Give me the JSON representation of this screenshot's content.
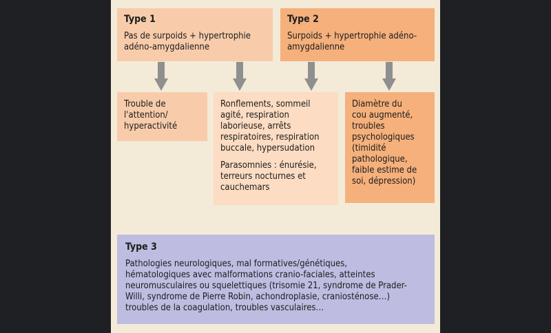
{
  "type1": {
    "title": "Type 1",
    "text": "Pas de surpoids + hypertrophie\nadéno-amygdalienne"
  },
  "type2": {
    "title": "Type 2",
    "text": "Surpoids + hypertrophie adéno-\namygdalienne"
  },
  "box_attention": {
    "text": "Trouble de\nl'attention/\nhyperactivité"
  },
  "box_symptoms": {
    "text1": "Ronflements, sommeil\nagité, respiration\nlaborieuse, arrêts\nrespiratoires, respiration\nbuccale, hypersudation",
    "text2": "Parasomnies : énurésie,\nterreurs nocturnes et\ncauchemars"
  },
  "box_neck": {
    "text": "Diamètre du\ncou augmenté,\ntroubles\npsychologiques\n(timidité\npathologique,\nfaible estime de\nsoi, dépression)"
  },
  "type3": {
    "title": "Type 3",
    "text": "Pathologies neurologiques, mal formatives/génétiques,\nhématologiques avec malformations cranio-faciales, atteintes\nneuromusculaires ou squelettiques (trisomie 21, syndrome de Prader-\nWilli, syndrome de Pierre Robin, achondroplasie, craniosténose…)\ntroubles de la coagulation, troubles vasculaires…"
  },
  "colors": {
    "panel": "#f4ead8",
    "type1": "#f8ccab",
    "type2": "#f5b07c",
    "type3": "#bebde1",
    "arrow": "#8f8f8f"
  }
}
